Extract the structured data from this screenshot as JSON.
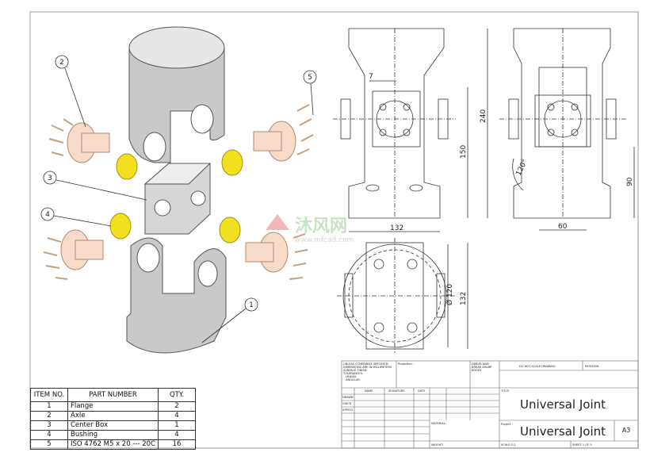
{
  "bom": {
    "headers": [
      "ITEM NO.",
      "PART NUMBER",
      "QTY."
    ],
    "rows": [
      [
        "1",
        "Flange",
        "2"
      ],
      [
        "2",
        "Axle",
        "4"
      ],
      [
        "3",
        "Center Box",
        "1"
      ],
      [
        "4",
        "Bushing",
        "4"
      ],
      [
        "5",
        "ISO 4762 M5 x 20 --- 20C",
        "16"
      ]
    ]
  },
  "balloons": [
    "1",
    "2",
    "3",
    "4",
    "5"
  ],
  "dimensions": {
    "front_offset": "7",
    "front_height": "240",
    "front_inner": "150",
    "front_width": "132",
    "side_angle": "120°",
    "side_height": "90",
    "side_width": "60",
    "top_diameter": "Ø 120",
    "top_height": "132"
  },
  "watermark": {
    "cn": "沐风网",
    "url": "www.mfcad.com"
  },
  "title_block": {
    "notes": [
      "UNLESS OTHERWISE SPECIFIED:",
      "DIMENSIONS ARE IN MILLIMETERS",
      "SURFACE FINISH:",
      "TOLERANCES:",
      "LINEAR:",
      "ANGULAR:"
    ],
    "projection": "Projection :",
    "deburr": [
      "DEBUR AND",
      "BREAK SHARP",
      "EDGES"
    ],
    "do_not_scale": "DO NOT SCALE DRAWING",
    "revision": "REVISION",
    "cols": [
      "NAME",
      "SIGNATURE",
      "DATE"
    ],
    "rows": [
      "DRAWN",
      "CHK'D",
      "APPV'D"
    ],
    "material": "MATERIAL:",
    "weight": "WEIGHT:",
    "title_label": "TITLE:",
    "title": "Universal Joint",
    "project_label": "Project :",
    "project": "Universal Joint",
    "size": "A3",
    "scale": "SCALE:1:2",
    "sheet": "SHEET 1 OF 5"
  }
}
